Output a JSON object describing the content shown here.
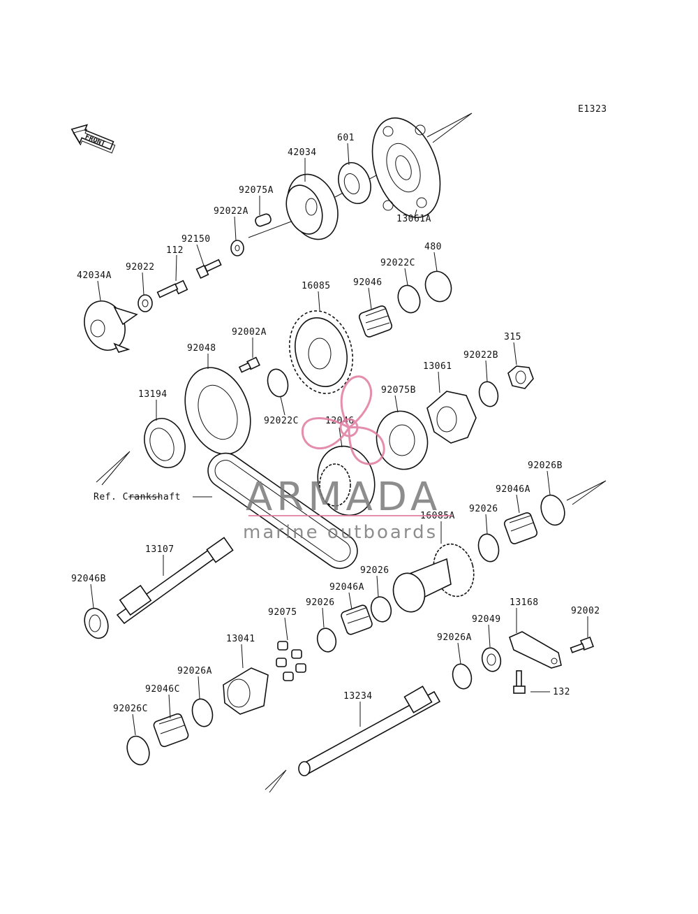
{
  "diagram_code": "E1323",
  "front_label": "FRONT",
  "watermark": {
    "brand": "ARMADA",
    "tagline": "marine outboards",
    "accent": "#e07a9e"
  },
  "ref_label": "Ref. Crankshaft",
  "parts": {
    "p42034": "42034",
    "p601": "601",
    "p13061A": "13061A",
    "p92075A": "92075A",
    "p92022A": "92022A",
    "p92150": "92150",
    "p112": "112",
    "p92022": "92022",
    "p42034A": "42034A",
    "p480": "480",
    "p92022C_a": "92022C",
    "p92046": "92046",
    "p16085": "16085",
    "p92002A": "92002A",
    "p92048": "92048",
    "p315": "315",
    "p92022B": "92022B",
    "p13061": "13061",
    "p13194": "13194",
    "p92075B": "92075B",
    "p92022C_b": "92022C",
    "p12046": "12046",
    "p92026B": "92026B",
    "p92046A_a": "92046A",
    "p92026_a": "92026",
    "p16085A": "16085A",
    "p13107": "13107",
    "p92046B": "92046B",
    "p92026_b": "92026",
    "p92046A_b": "92046A",
    "p92026_c": "92026",
    "p92075": "92075",
    "p13168": "13168",
    "p92002": "92002",
    "p92049": "92049",
    "p92026A_a": "92026A",
    "p13041": "13041",
    "p92026A_b": "92026A",
    "p92046C": "92046C",
    "p92026C_c": "92026C",
    "p13234": "13234",
    "p132": "132"
  }
}
